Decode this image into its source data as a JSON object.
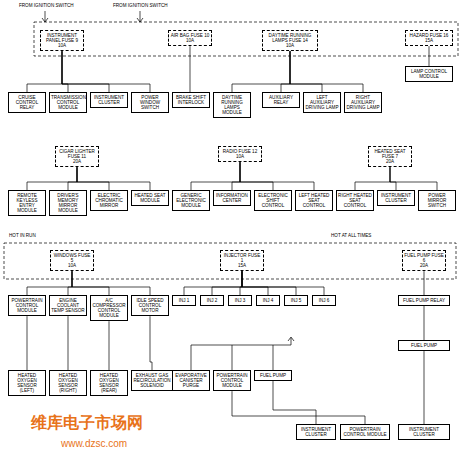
{
  "diagram": {
    "nodes": [
      {
        "text": [
          "INSTRUMENT PANEL FUSE 9",
          "10A"
        ]
      },
      {
        "text": [
          "AIR BAG FUSE 10",
          "10A"
        ]
      },
      {
        "text": [
          "DAYTIME RUNNING LAMPS FUSE 14",
          "10A"
        ]
      },
      {
        "text": [
          "HAZARD FUSE 16",
          "15A"
        ]
      },
      {
        "text": [
          "CRUISE CONTROL RELAY"
        ]
      },
      {
        "text": [
          "TRANSMISSION CONTROL MODULE"
        ]
      },
      {
        "text": [
          "INSTRUMENT CLUSTER"
        ]
      },
      {
        "text": [
          "POWER WINDOW SWITCH"
        ]
      },
      {
        "text": [
          "BRAKE SHIFT INTERLOCK"
        ]
      },
      {
        "text": [
          "DAYTIME RUNNING LAMPS MODULE"
        ]
      },
      {
        "text": [
          "AUXILIARY RELAY"
        ]
      },
      {
        "text": [
          "LEFT AUXILIARY DRIVING LAMP"
        ]
      },
      {
        "text": [
          "RIGHT AUXILIARY DRIVING LAMP"
        ]
      },
      {
        "text": [
          "LAMP CONTROL MODULE"
        ]
      },
      {
        "text": [
          "CIGAR LIGHTER FUSE 11",
          "20A"
        ]
      },
      {
        "text": [
          "RADIO FUSE 12",
          "10A"
        ]
      },
      {
        "text": [
          "HEATED SEAT FUSE 7",
          "20A"
        ]
      },
      {
        "text": [
          "REMOTE KEYLESS ENTRY MODULE"
        ]
      },
      {
        "text": [
          "DRIVER'S MEMORY MIRROR MODULE"
        ]
      },
      {
        "text": [
          "ELECTRIC CHROMATIC MIRROR"
        ]
      },
      {
        "text": [
          "HEATED SEAT MODULE"
        ]
      },
      {
        "text": [
          "GENERIC ELECTRONIC MODULE"
        ]
      },
      {
        "text": [
          "INFORMATION CENTER"
        ]
      },
      {
        "text": [
          "ELECTRONIC SHIFT CONTROL"
        ]
      },
      {
        "text": [
          "LEFT HEATED SEAT CONTROL"
        ]
      },
      {
        "text": [
          "RIGHT HEATED SEAT CONTROL"
        ]
      },
      {
        "text": [
          "INSTRUMENT CLUSTER"
        ]
      },
      {
        "text": [
          "POWER MIRROR SWITCH"
        ]
      },
      {
        "text": [
          "WINDOWS FUSE 5",
          "10A"
        ]
      },
      {
        "text": [
          "INJECTOR FUSE 1",
          "15A"
        ]
      },
      {
        "text": [
          "FUEL PUMP FUSE 6",
          "20A"
        ]
      },
      {
        "text": [
          "POWERTRAIN CONTROL MODULE"
        ]
      },
      {
        "text": [
          "ENGINE COOLANT TEMP SENSOR"
        ]
      },
      {
        "text": [
          "A/C COMPRESSOR CONTROL MODULE"
        ]
      },
      {
        "text": [
          "IDLE SPEED CONTROL MOTOR"
        ]
      },
      {
        "text": [
          "INJ 1"
        ]
      },
      {
        "text": [
          "INJ 2"
        ]
      },
      {
        "text": [
          "INJ 3"
        ]
      },
      {
        "text": [
          "INJ 4"
        ]
      },
      {
        "text": [
          "INJ 5"
        ]
      },
      {
        "text": [
          "INJ 6"
        ]
      },
      {
        "text": [
          "FUEL PUMP RELAY"
        ]
      },
      {
        "text": [
          "HEATED OXYGEN SENSOR (LEFT)"
        ]
      },
      {
        "text": [
          "HEATED OXYGEN SENSOR (RIGHT)"
        ]
      },
      {
        "text": [
          "HEATED OXYGEN SENSOR (REAR)"
        ]
      },
      {
        "text": [
          "EXHAUST GAS RECIRCULATION SOLENOID"
        ]
      },
      {
        "text": [
          "EVAPORATIVE CANISTER PURGE"
        ]
      },
      {
        "text": [
          "POWERTRAIN CONTROL MODULE"
        ]
      },
      {
        "text": [
          "FUEL PUMP"
        ]
      },
      {
        "text": [
          "INSTRUMENT CLUSTER"
        ]
      },
      {
        "text": [
          "POWERTRAIN CONTROL MODULE"
        ]
      },
      {
        "text": [
          "FUEL PUMP"
        ]
      },
      {
        "text": [
          "INSTRUMENT CLUSTER"
        ]
      }
    ],
    "edges": [
      {
        "from": 0,
        "to": 4,
        "arrow": "none"
      },
      {
        "from": 0,
        "to": 5,
        "arrow": "none"
      },
      {
        "from": 0,
        "to": 6,
        "arrow": "none"
      },
      {
        "from": 0,
        "to": 7,
        "arrow": "none"
      },
      {
        "from": 1,
        "to": 8,
        "arrow": "none"
      },
      {
        "from": 2,
        "to": 9,
        "arrow": "none"
      },
      {
        "from": 2,
        "to": 10,
        "arrow": "none"
      },
      {
        "from": 2,
        "to": 11,
        "arrow": "none"
      },
      {
        "from": 2,
        "to": 12,
        "arrow": "none"
      },
      {
        "from": 3,
        "to": 13,
        "arrow": "none"
      },
      {
        "from": 14,
        "to": 17,
        "arrow": "none"
      },
      {
        "from": 14,
        "to": 18,
        "arrow": "none"
      },
      {
        "from": 14,
        "to": 19,
        "arrow": "none"
      },
      {
        "from": 14,
        "to": 20,
        "arrow": "none"
      },
      {
        "from": 15,
        "to": 21,
        "arrow": "none"
      },
      {
        "from": 15,
        "to": 22,
        "arrow": "none"
      },
      {
        "from": 15,
        "to": 23,
        "arrow": "none"
      },
      {
        "from": 15,
        "to": 24,
        "arrow": "none"
      },
      {
        "from": 16,
        "to": 25,
        "arrow": "none"
      },
      {
        "from": 16,
        "to": 26,
        "arrow": "none"
      },
      {
        "from": 16,
        "to": 27,
        "arrow": "none"
      },
      {
        "from": 28,
        "to": 31,
        "arrow": "none"
      },
      {
        "from": 28,
        "to": 32,
        "arrow": "none"
      },
      {
        "from": 28,
        "to": 33,
        "arrow": "none"
      },
      {
        "from": 28,
        "to": 34,
        "arrow": "none"
      },
      {
        "from": 29,
        "to": 35,
        "arrow": "none"
      },
      {
        "from": 29,
        "to": 36,
        "arrow": "none"
      },
      {
        "from": 29,
        "to": 37,
        "arrow": "none"
      },
      {
        "from": 29,
        "to": 38,
        "arrow": "none"
      },
      {
        "from": 29,
        "to": 39,
        "arrow": "none"
      },
      {
        "from": 29,
        "to": 40,
        "arrow": "none"
      },
      {
        "from": 30,
        "to": 41,
        "arrow": "none"
      },
      {
        "from": 31,
        "to": 42,
        "arrow": "none"
      },
      {
        "from": 32,
        "to": 43,
        "arrow": "none"
      },
      {
        "from": 33,
        "to": 44,
        "arrow": "none"
      },
      {
        "from": 34,
        "to": 45,
        "arrow": "none"
      },
      {
        "from": 41,
        "to": 51,
        "arrow": "none"
      },
      {
        "from": 51,
        "to": 52,
        "arrow": "none"
      },
      {
        "from": 47,
        "to": 50,
        "arrow": "none"
      },
      {
        "from": 48,
        "to": 49,
        "arrow": "none"
      }
    ],
    "labels": [
      "FROM IGNITION SWITCH",
      "FROM IGNITION SWITCH",
      "维库电子市场网",
      "www.dzsc.com",
      "HOT IN RUN",
      "HOT AT ALL TIMES"
    ]
  }
}
